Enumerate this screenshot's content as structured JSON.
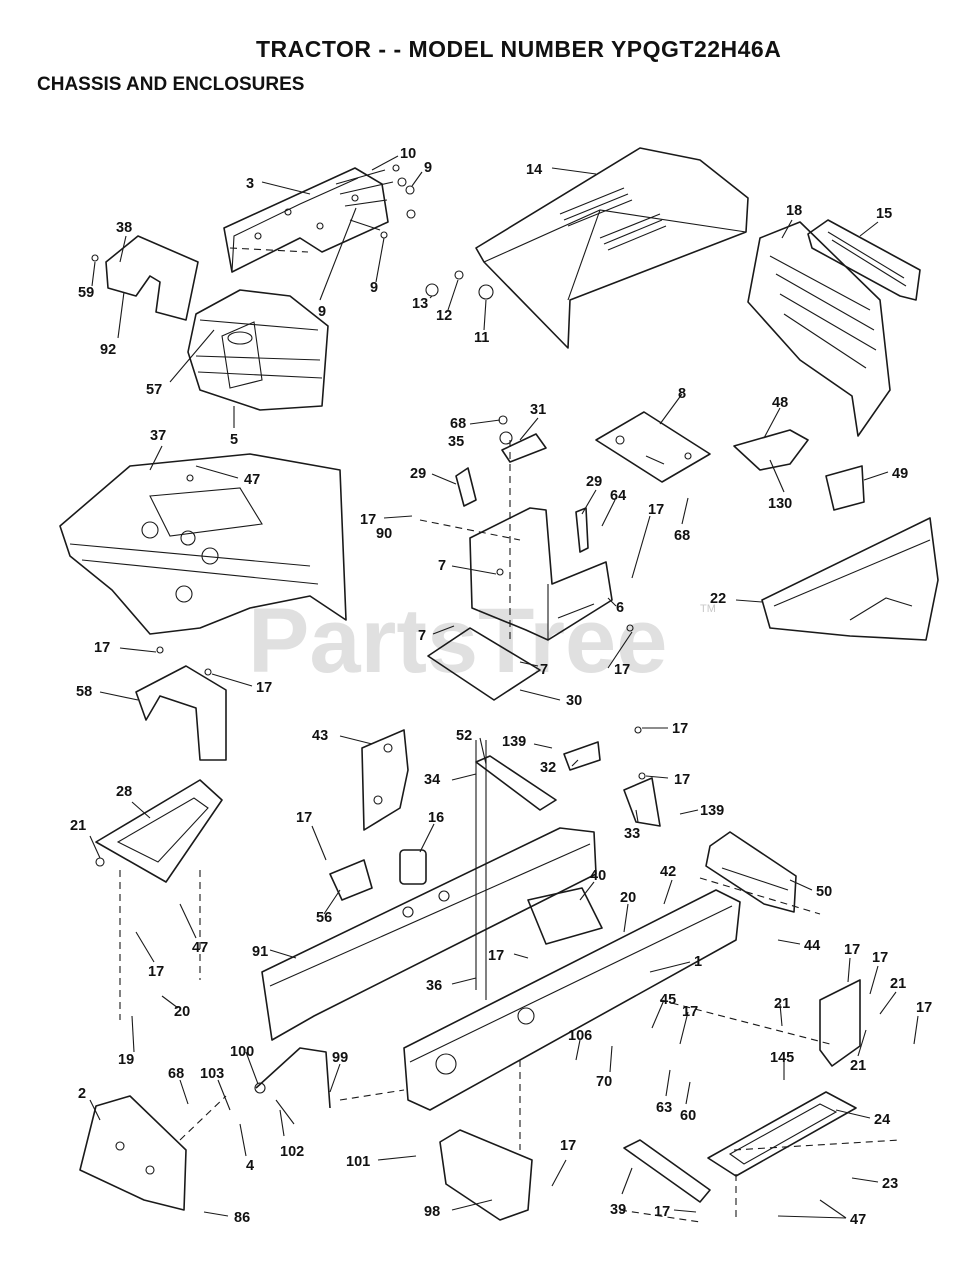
{
  "title": "TRACTOR - - MODEL NUMBER YPQGT22H46A",
  "subtitle": "CHASSIS AND ENCLOSURES",
  "watermark": "PartsTree",
  "watermark_tm": "TM",
  "callouts": [
    {
      "id": "c1",
      "text": "10"
    },
    {
      "id": "c2",
      "text": "9"
    },
    {
      "id": "c3",
      "text": "3"
    },
    {
      "id": "c4",
      "text": "9"
    },
    {
      "id": "c5",
      "text": "9"
    },
    {
      "id": "c6",
      "text": "14"
    },
    {
      "id": "c7",
      "text": "18"
    },
    {
      "id": "c8",
      "text": "15"
    },
    {
      "id": "c9",
      "text": "38"
    },
    {
      "id": "c10",
      "text": "59"
    },
    {
      "id": "c11",
      "text": "92"
    },
    {
      "id": "c12",
      "text": "57"
    },
    {
      "id": "c13",
      "text": "5"
    },
    {
      "id": "c14",
      "text": "13"
    },
    {
      "id": "c15",
      "text": "12"
    },
    {
      "id": "c16",
      "text": "11"
    },
    {
      "id": "c17",
      "text": "68"
    },
    {
      "id": "c18",
      "text": "35"
    },
    {
      "id": "c19",
      "text": "31"
    },
    {
      "id": "c20",
      "text": "8"
    },
    {
      "id": "c21",
      "text": "48"
    },
    {
      "id": "c22",
      "text": "130"
    },
    {
      "id": "c23",
      "text": "49"
    },
    {
      "id": "c24",
      "text": "37"
    },
    {
      "id": "c25",
      "text": "47"
    },
    {
      "id": "c26",
      "text": "29"
    },
    {
      "id": "c27",
      "text": "29"
    },
    {
      "id": "c28",
      "text": "64"
    },
    {
      "id": "c29",
      "text": "17"
    },
    {
      "id": "c30",
      "text": "68"
    },
    {
      "id": "c31",
      "text": "17"
    },
    {
      "id": "c32",
      "text": "90"
    },
    {
      "id": "c33",
      "text": "7"
    },
    {
      "id": "c34",
      "text": "6"
    },
    {
      "id": "c35",
      "text": "22"
    },
    {
      "id": "c36",
      "text": "7"
    },
    {
      "id": "c37",
      "text": "17"
    },
    {
      "id": "c38",
      "text": "7"
    },
    {
      "id": "c39",
      "text": "30"
    },
    {
      "id": "c40",
      "text": "17"
    },
    {
      "id": "c41",
      "text": "17"
    },
    {
      "id": "c42",
      "text": "58"
    },
    {
      "id": "c43",
      "text": "43"
    },
    {
      "id": "c44",
      "text": "52"
    },
    {
      "id": "c45",
      "text": "139"
    },
    {
      "id": "c46",
      "text": "32"
    },
    {
      "id": "c47",
      "text": "17"
    },
    {
      "id": "c48",
      "text": "17"
    },
    {
      "id": "c49",
      "text": "34"
    },
    {
      "id": "c50",
      "text": "139"
    },
    {
      "id": "c51",
      "text": "33"
    },
    {
      "id": "c52",
      "text": "28"
    },
    {
      "id": "c53",
      "text": "16"
    },
    {
      "id": "c54",
      "text": "17"
    },
    {
      "id": "c55",
      "text": "21"
    },
    {
      "id": "c56",
      "text": "42"
    },
    {
      "id": "c57",
      "text": "50"
    },
    {
      "id": "c58",
      "text": "40"
    },
    {
      "id": "c59",
      "text": "20"
    },
    {
      "id": "c60",
      "text": "56"
    },
    {
      "id": "c61",
      "text": "47"
    },
    {
      "id": "c62",
      "text": "17"
    },
    {
      "id": "c63",
      "text": "91"
    },
    {
      "id": "c64",
      "text": "17"
    },
    {
      "id": "c65",
      "text": "44"
    },
    {
      "id": "c66",
      "text": "17"
    },
    {
      "id": "c67",
      "text": "17"
    },
    {
      "id": "c68",
      "text": "1"
    },
    {
      "id": "c69",
      "text": "36"
    },
    {
      "id": "c70",
      "text": "21"
    },
    {
      "id": "c71",
      "text": "21"
    },
    {
      "id": "c72",
      "text": "17"
    },
    {
      "id": "c73",
      "text": "20"
    },
    {
      "id": "c74",
      "text": "19"
    },
    {
      "id": "c75",
      "text": "45"
    },
    {
      "id": "c76",
      "text": "17"
    },
    {
      "id": "c77",
      "text": "21"
    },
    {
      "id": "c78",
      "text": "106"
    },
    {
      "id": "c79",
      "text": "100"
    },
    {
      "id": "c80",
      "text": "99"
    },
    {
      "id": "c81",
      "text": "70"
    },
    {
      "id": "c82",
      "text": "145"
    },
    {
      "id": "c83",
      "text": "2"
    },
    {
      "id": "c84",
      "text": "68"
    },
    {
      "id": "c85",
      "text": "103"
    },
    {
      "id": "c86",
      "text": "63"
    },
    {
      "id": "c87",
      "text": "60"
    },
    {
      "id": "c88",
      "text": "24"
    },
    {
      "id": "c89",
      "text": "4"
    },
    {
      "id": "c90",
      "text": "102"
    },
    {
      "id": "c91",
      "text": "101"
    },
    {
      "id": "c92",
      "text": "17"
    },
    {
      "id": "c93",
      "text": "23"
    },
    {
      "id": "c94",
      "text": "86"
    },
    {
      "id": "c95",
      "text": "98"
    },
    {
      "id": "c96",
      "text": "39"
    },
    {
      "id": "c97",
      "text": "17"
    },
    {
      "id": "c98",
      "text": "47"
    }
  ]
}
